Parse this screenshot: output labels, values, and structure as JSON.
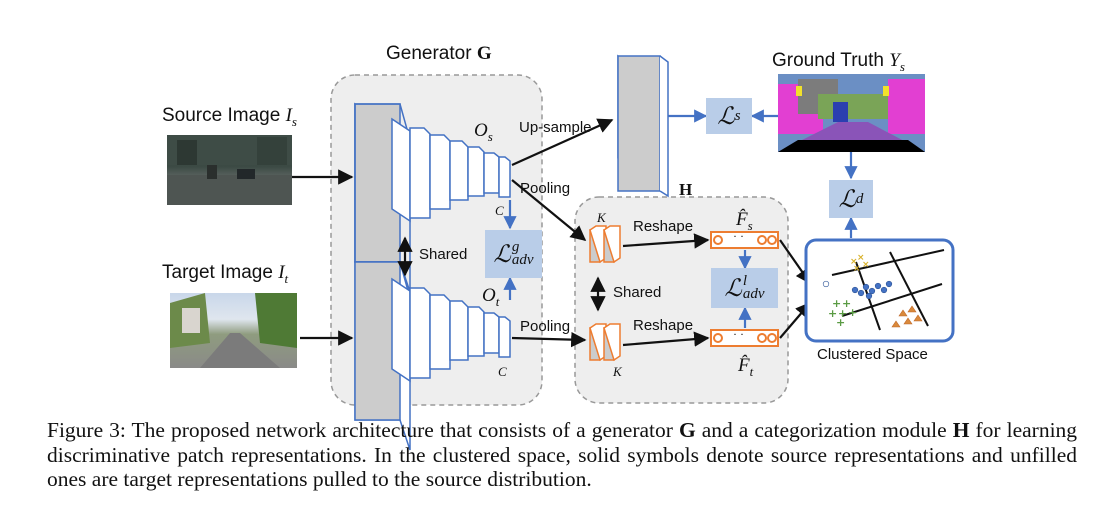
{
  "labels": {
    "generator": "Generator",
    "generator_symbol": "G",
    "ground_truth": "Ground Truth",
    "ground_truth_symbol": "Y",
    "ground_truth_sub": "s",
    "source_image": "Source Image",
    "source_symbol": "I",
    "source_sub": "s",
    "target_image": "Target Image",
    "target_symbol": "I",
    "target_sub": "t",
    "upsample": "Up-sample",
    "pooling_top": "Pooling",
    "pooling_bottom": "Pooling",
    "shared_left": "Shared",
    "shared_right": "Shared",
    "reshape_top": "Reshape",
    "reshape_bottom": "Reshape",
    "h_module": "H",
    "clustered_space": "Clustered Space",
    "os": "O",
    "os_sub": "s",
    "ot": "O",
    "ot_sub": "t",
    "c_top": "C",
    "c_bottom": "C",
    "k_top": "K",
    "k_bottom": "K",
    "fs": "F̂",
    "fs_sub": "s",
    "ft": "F̂",
    "ft_sub": "t",
    "dots_top": "· ·",
    "dots_bottom": "· ·"
  },
  "losses": {
    "ls_main": "ℒ",
    "ls_sub": "s",
    "ld_main": "ℒ",
    "ld_sub": "d",
    "ladv_g_main": "ℒ",
    "ladv_g_sup": "g",
    "ladv_g_sub": "adv",
    "ladv_l_main": "ℒ",
    "ladv_l_sup": "l",
    "ladv_l_sub": "adv"
  },
  "caption": {
    "text_1": "Figure 3: The proposed network architecture that consists of a generator",
    "g": "G",
    "text_2": "and a categorization module",
    "h": "H",
    "text_3": "for learning discriminative patch representations. In the clustered space, solid symbols denote source representations and unfilled ones are target representations pulled to the source distribution."
  },
  "colors": {
    "arrow_blue": "#4472c4",
    "loss_fill": "#b9cde8",
    "feature_orange": "#ed7d31",
    "panel_gray": "#eeeeee"
  }
}
